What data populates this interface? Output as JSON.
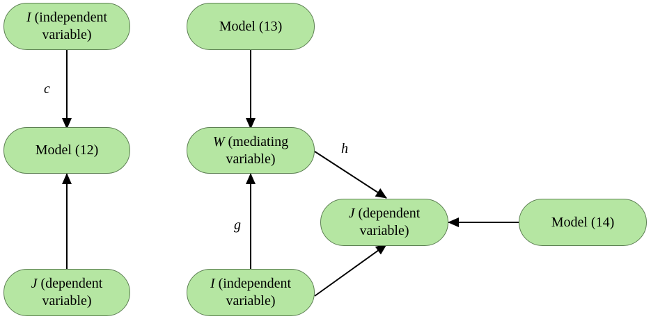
{
  "colors": {
    "node_fill": "#b5e6a2",
    "node_stroke": "#5c7f52",
    "arrow": "#000000"
  },
  "nodes": {
    "i_independent_left": {
      "var": "I",
      "line1": " (independent",
      "line2": "variable)"
    },
    "model_12": {
      "line1": "Model (12)"
    },
    "j_dependent_left": {
      "var": "J",
      "line1": " (dependent",
      "line2": "variable)"
    },
    "model_13": {
      "line1": "Model (13)"
    },
    "w_mediating": {
      "var": "W",
      "line1": " (mediating",
      "line2": "variable)"
    },
    "i_independent_mid": {
      "var": "I",
      "line1": " (independent",
      "line2": "variable)"
    },
    "j_dependent_right": {
      "var": "J",
      "line1": " (dependent",
      "line2": "variable)"
    },
    "model_14": {
      "line1": "Model (14)"
    }
  },
  "edge_labels": {
    "c": "c",
    "h": "h",
    "g": "g"
  }
}
